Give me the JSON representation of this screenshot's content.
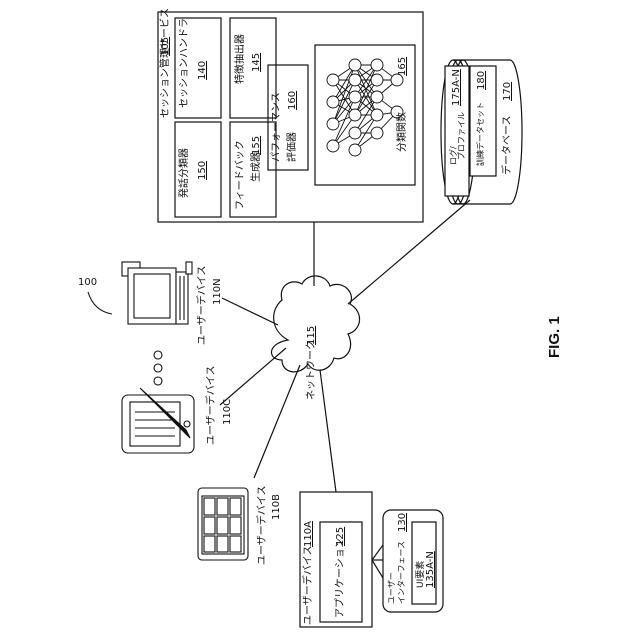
{
  "figure_label": "FIG. 1",
  "system_ref": "100",
  "session_service": {
    "title": "セッション管理サービス",
    "ref": "105",
    "session_handler": {
      "label": "セッションハンドラ",
      "ref": "140"
    },
    "utterance_classifier": {
      "label": "発話分類器",
      "ref": "150"
    },
    "feature_extractor": {
      "label": "特徴抽出器",
      "ref": "145"
    },
    "feedback_generator": {
      "label": "フィードバック",
      "label2": "生成器",
      "ref": "155"
    },
    "performance_evaluator": {
      "label": "パフォーマンス",
      "label2": "評価器",
      "ref": "160"
    },
    "classifier_function": {
      "label": "分類関数",
      "ref": "165"
    }
  },
  "database": {
    "label": "データベース",
    "ref": "170",
    "log_profile": {
      "label": "ログ/",
      "label2": "プロファイル",
      "ref": "175A-N"
    },
    "training_dataset": {
      "label": "訓練データセット",
      "ref": "180"
    }
  },
  "network": {
    "label": "ネットワーク",
    "ref": "115"
  },
  "user_devices": {
    "device_n": {
      "label": "ユーザーデバイス",
      "ref": "110N"
    },
    "device_c": {
      "label": "ユーザーデバイス",
      "ref": "110C"
    },
    "device_b": {
      "label": "ユーザーデバイス",
      "ref": "110B"
    },
    "device_a": {
      "label": "ユーザーデバイス",
      "ref": "110A",
      "application": {
        "label": "アプリケーション",
        "ref": "125"
      },
      "user_interface": {
        "label": "ユーザー",
        "label2": "インターフェース",
        "ref": "130"
      },
      "ui_elements": {
        "label": "UI要素",
        "ref": "135A-N"
      }
    }
  }
}
